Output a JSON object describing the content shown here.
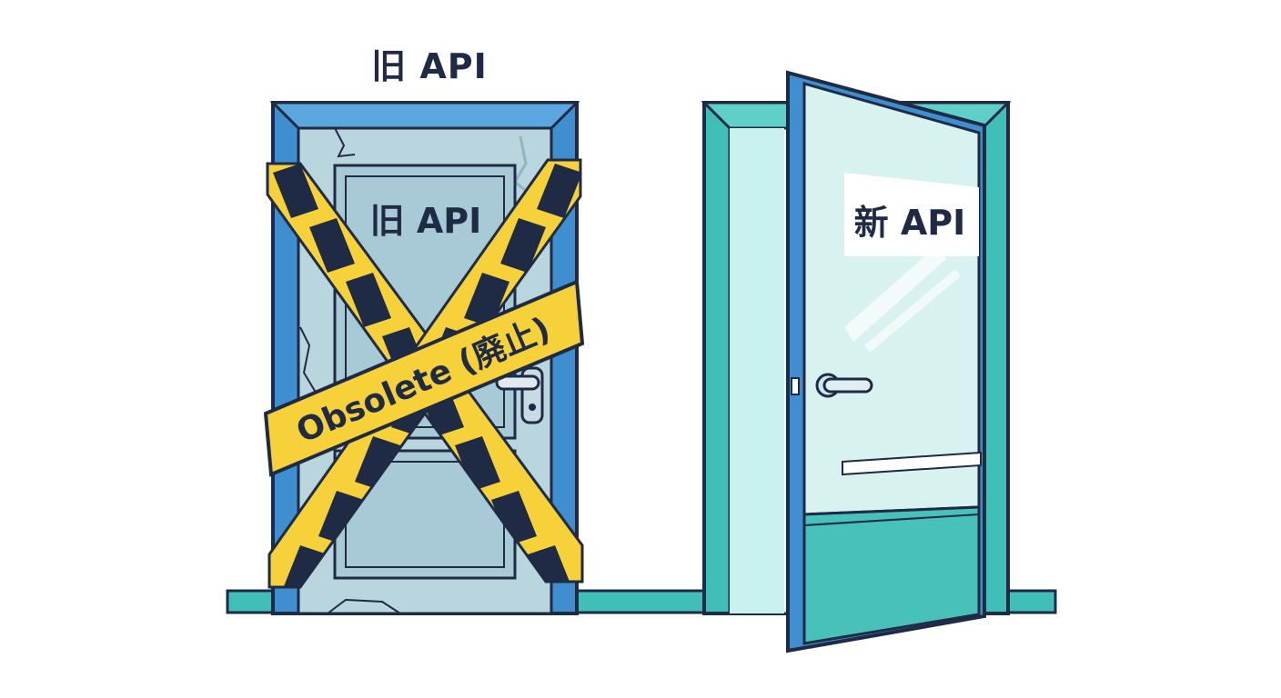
{
  "labels": {
    "top_title": "旧 API",
    "old_door_sign": "旧 API",
    "tape_banner": "Obsolete (廃止)",
    "new_door_sign": "新 API"
  },
  "colors": {
    "outline": "#1f2a44",
    "old_frame": "#3f8fd0",
    "old_door": "#b9d6df",
    "old_door_panel": "#a8cad6",
    "tape_yellow": "#f7d13a",
    "tape_dark": "#1f2a44",
    "new_frame": "#3fbfb8",
    "new_door_glass": "#d7f2ef",
    "new_door_bottom": "#48c2b9",
    "floor": "#3fbfb8"
  },
  "icons": {
    "old_handle": "door-handle-icon",
    "new_handle": "door-handle-icon",
    "keyhole": "keyhole-icon"
  }
}
